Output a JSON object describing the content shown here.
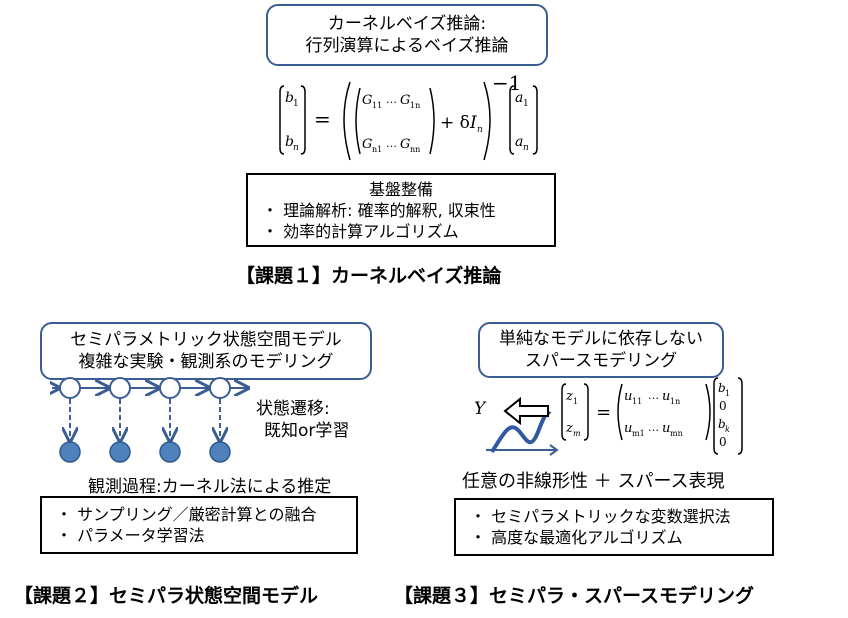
{
  "topic1": {
    "title_box": {
      "line1": "カーネルベイズ推論:",
      "line2": "行列演算によるベイズ推論"
    },
    "infra_box": {
      "heading": "基盤整備",
      "items": [
        "・ 理論解析:  確率的解釈, 収束性",
        "・ 効率的計算アルゴリズム"
      ]
    },
    "caption": "【課題１】カーネルベイズ推論"
  },
  "topic2": {
    "title_box": {
      "line1": "セミパラメトリック状態空間モデル",
      "line2": "複雑な実験・観測系のモデリング"
    },
    "transition_label": {
      "line1": "状態遷移:",
      "line2": "既知or学習"
    },
    "observation_label": "観測過程:カーネル法による推定",
    "method_box": {
      "items": [
        "・ サンプリング／厳密計算との融合",
        "・ パラメータ学習法"
      ]
    },
    "caption": "【課題２】セミパラ状態空間モデル"
  },
  "topic3": {
    "title_box": {
      "line1": "単純なモデルに依存しない",
      "line2": "スパースモデリング"
    },
    "y_label": "Y",
    "feature_label": "任意の非線形性 ＋ スパース表現",
    "method_box": {
      "items": [
        "・ セミパラメトリックな変数選択法",
        "・ 高度な最適化アルゴリズム"
      ]
    },
    "caption": "【課題３】セミパラ・スパースモデリング"
  },
  "colors": {
    "box_border": "#3a5d93",
    "node_fill": "#4f81bd",
    "node_stroke": "#2f5a8e",
    "arrow": "#3a5d93",
    "curve": "#2f5aa0"
  },
  "icons": [
    "hollow-left-arrow-icon"
  ]
}
